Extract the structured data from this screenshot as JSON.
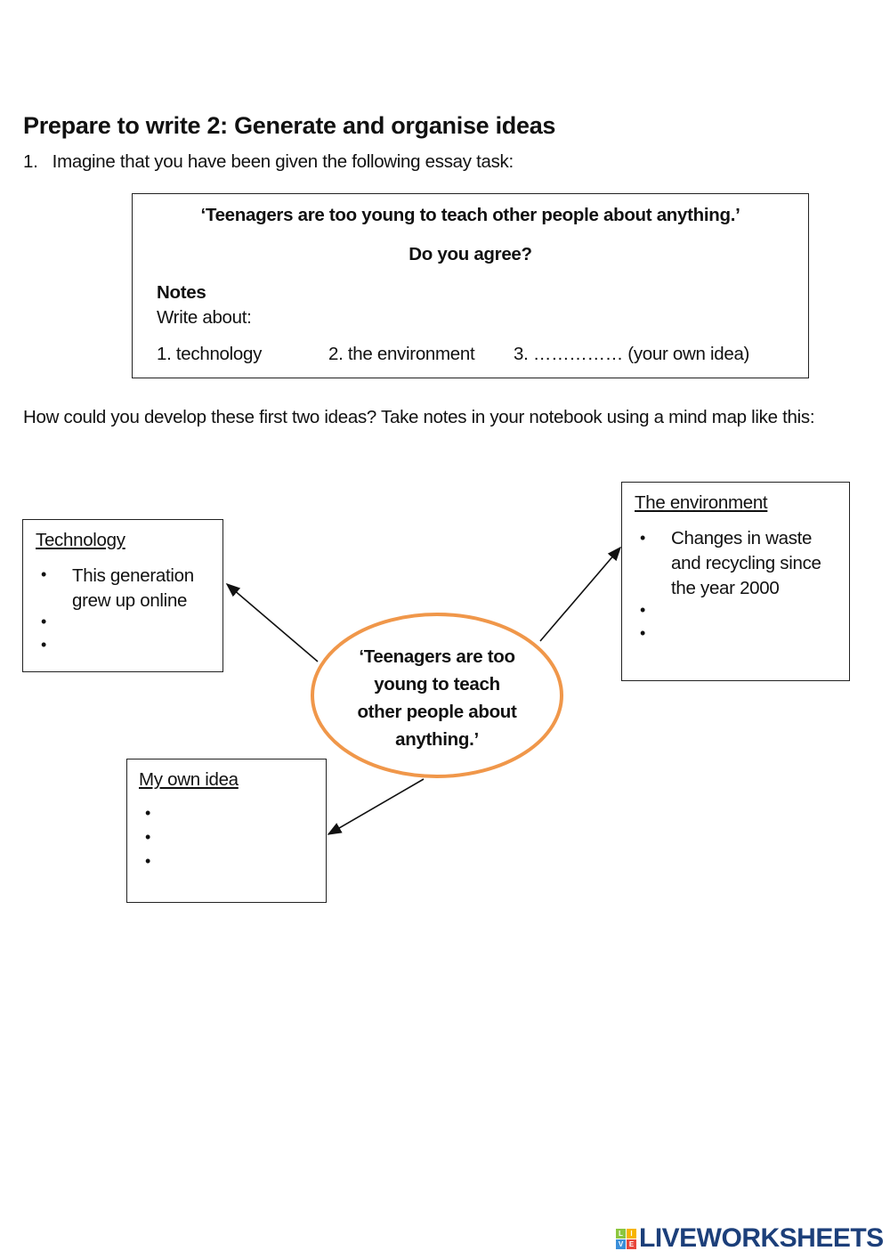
{
  "title": "Prepare to write 2: Generate and organise ideas",
  "instruction_1": "1.   Imagine that you have been given the following essay task:",
  "task": {
    "quote": "‘Teenagers are too young to teach other people about anything.’",
    "question": "Do you agree?",
    "notes_heading": "Notes",
    "write_about": "Write about:",
    "items": [
      "1. technology",
      "2. the environment",
      "3. …………… (your own idea)"
    ]
  },
  "instruction_2": "How could you develop these first two ideas? Take notes in your notebook using a mind map like this:",
  "mindmap": {
    "center": [
      "‘Teenagers are too",
      "young to teach",
      "other people about",
      "anything.’"
    ],
    "center_color": "#f0974a",
    "technology": {
      "heading": "Technology",
      "bullets": [
        "This generation",
        "grew up online"
      ]
    },
    "environment": {
      "heading": "The environment",
      "bullets": [
        "Changes in waste",
        "and recycling since",
        "the year 2000"
      ]
    },
    "own_idea": {
      "heading": "My own idea"
    }
  },
  "logo": {
    "text": "LIVEWORKSHEETS",
    "tiles": [
      "L",
      "I",
      "V",
      "E"
    ],
    "color": "#1c3f7a"
  }
}
